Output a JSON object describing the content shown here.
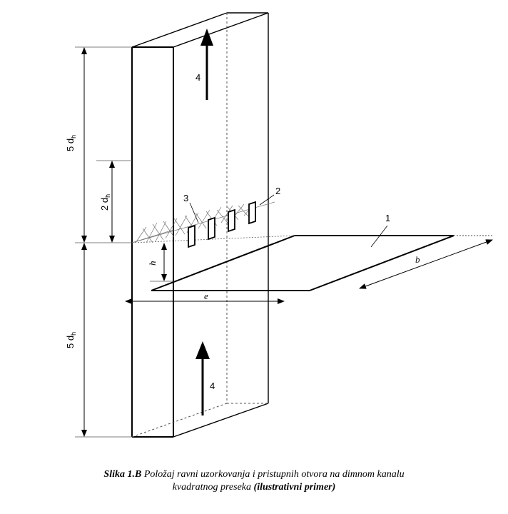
{
  "labels": {
    "dim_upper": "5 d",
    "dim_upper_sub": "h",
    "dim_lower": "5 d",
    "dim_lower_sub": "h",
    "dim_mid": "2 d",
    "dim_mid_sub": "h",
    "h": "h",
    "e": "e",
    "b": "b",
    "n1": "1",
    "n2": "2",
    "n3": "3",
    "flow_top": "4",
    "flow_bottom": "4"
  },
  "caption": {
    "fig_no": "Slika 1.B",
    "line1": " Položaj ravni uzorkovanja i pristupnih otvora na dimnom kanalu",
    "line2": "kvadratnog preseka ",
    "suffix": "(ilustrativni primer)"
  }
}
